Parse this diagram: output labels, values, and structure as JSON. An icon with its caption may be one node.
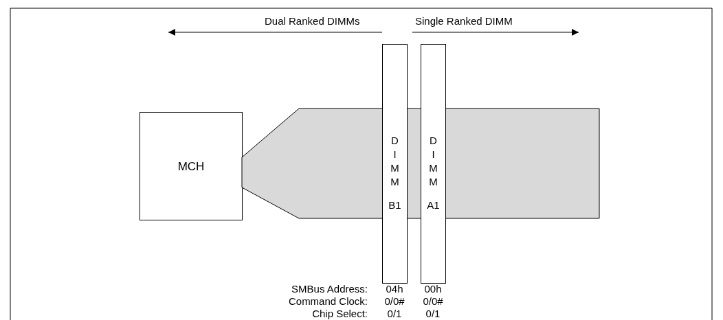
{
  "diagram": {
    "nodes": [
      {
        "text": [
          "MCH"
        ]
      },
      {
        "text": [],
        "shape": "band"
      },
      {
        "text": [
          "D I M M",
          "B1"
        ]
      },
      {
        "text": [
          "D I M M",
          "A1"
        ]
      }
    ],
    "labels": [
      "Dual Ranked DIMMs",
      "Single Ranked DIMM",
      "SMBus Address:",
      "04h",
      "00h",
      "Command Clock:",
      "0/0#",
      "0/0#",
      "Chip Select:",
      "0/1",
      "0/1"
    ]
  }
}
